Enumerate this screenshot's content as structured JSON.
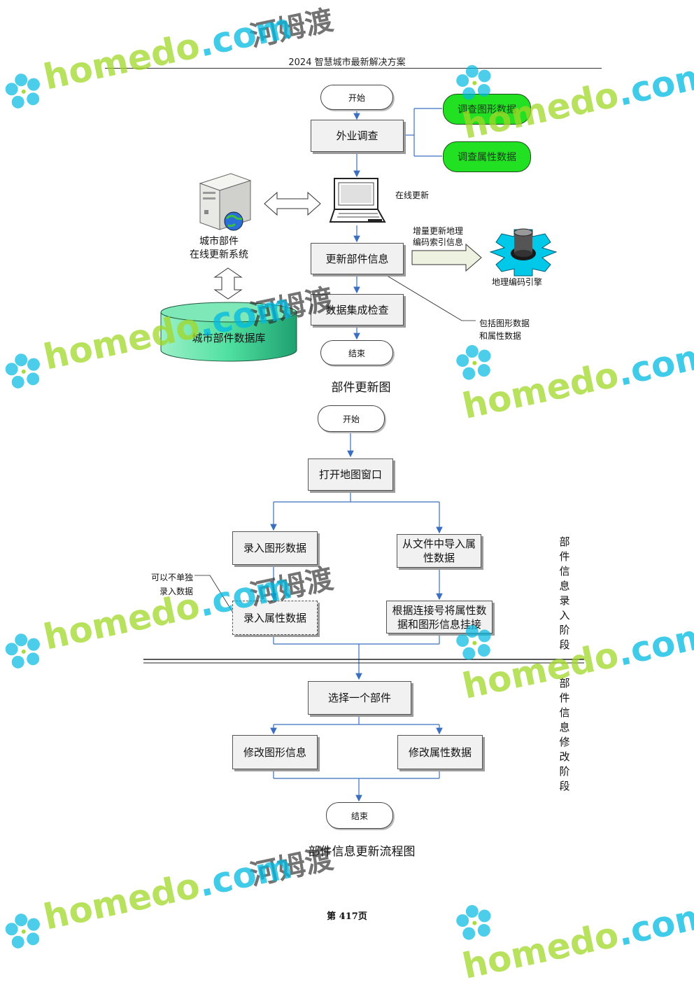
{
  "header": {
    "title": "2024 智慧城市最新解决方案"
  },
  "diagram1": {
    "start": "开始",
    "field_survey": "外业调查",
    "survey_graphic": "调查图形数据",
    "survey_attribute": "调查属性数据",
    "online_update": "在线更新",
    "system_label_line1": "城市部件",
    "system_label_line2": "在线更新系统",
    "update_info": "更新部件信息",
    "incremental_line1": "增量更新地理",
    "incremental_line2": "编码索引信息",
    "geocode_engine": "地理编码引擎",
    "integration_check": "数据集成检查",
    "includes_line1": "包括图形数据",
    "includes_line2": "和属性数据",
    "database": "城市部件数据库",
    "end": "结束",
    "caption": "部件更新图"
  },
  "diagram2": {
    "start": "开始",
    "open_map": "打开地图窗口",
    "enter_graphic": "录入图形数据",
    "import_attr": "从文件中导入属性数据",
    "optional_line1": "可以不单独",
    "optional_line2": "录入数据",
    "enter_attr": "录入属性数据",
    "link_attr": "根据连接号将属性数据和图形信息挂接",
    "phase1": [
      "部",
      "件",
      "信",
      "息",
      "录",
      "入",
      "阶",
      "段"
    ],
    "select_part": "选择一个部件",
    "modify_graphic": "修改图形信息",
    "modify_attr": "修改属性数据",
    "phase2": [
      "部",
      "件",
      "信",
      "息",
      "修",
      "改",
      "阶",
      "段"
    ],
    "end": "结束",
    "caption": "部件信息更新流程图"
  },
  "footer": {
    "page": "第 417页"
  },
  "watermark": {
    "brand": "homedo",
    "dot": ".com",
    "cn": "河姆渡"
  },
  "colors": {
    "pill_green": "#22e022",
    "db_green": "#5fe0a8",
    "gear_cyan": "#00c8e8",
    "arrow_blue": "#3a6fc0"
  }
}
